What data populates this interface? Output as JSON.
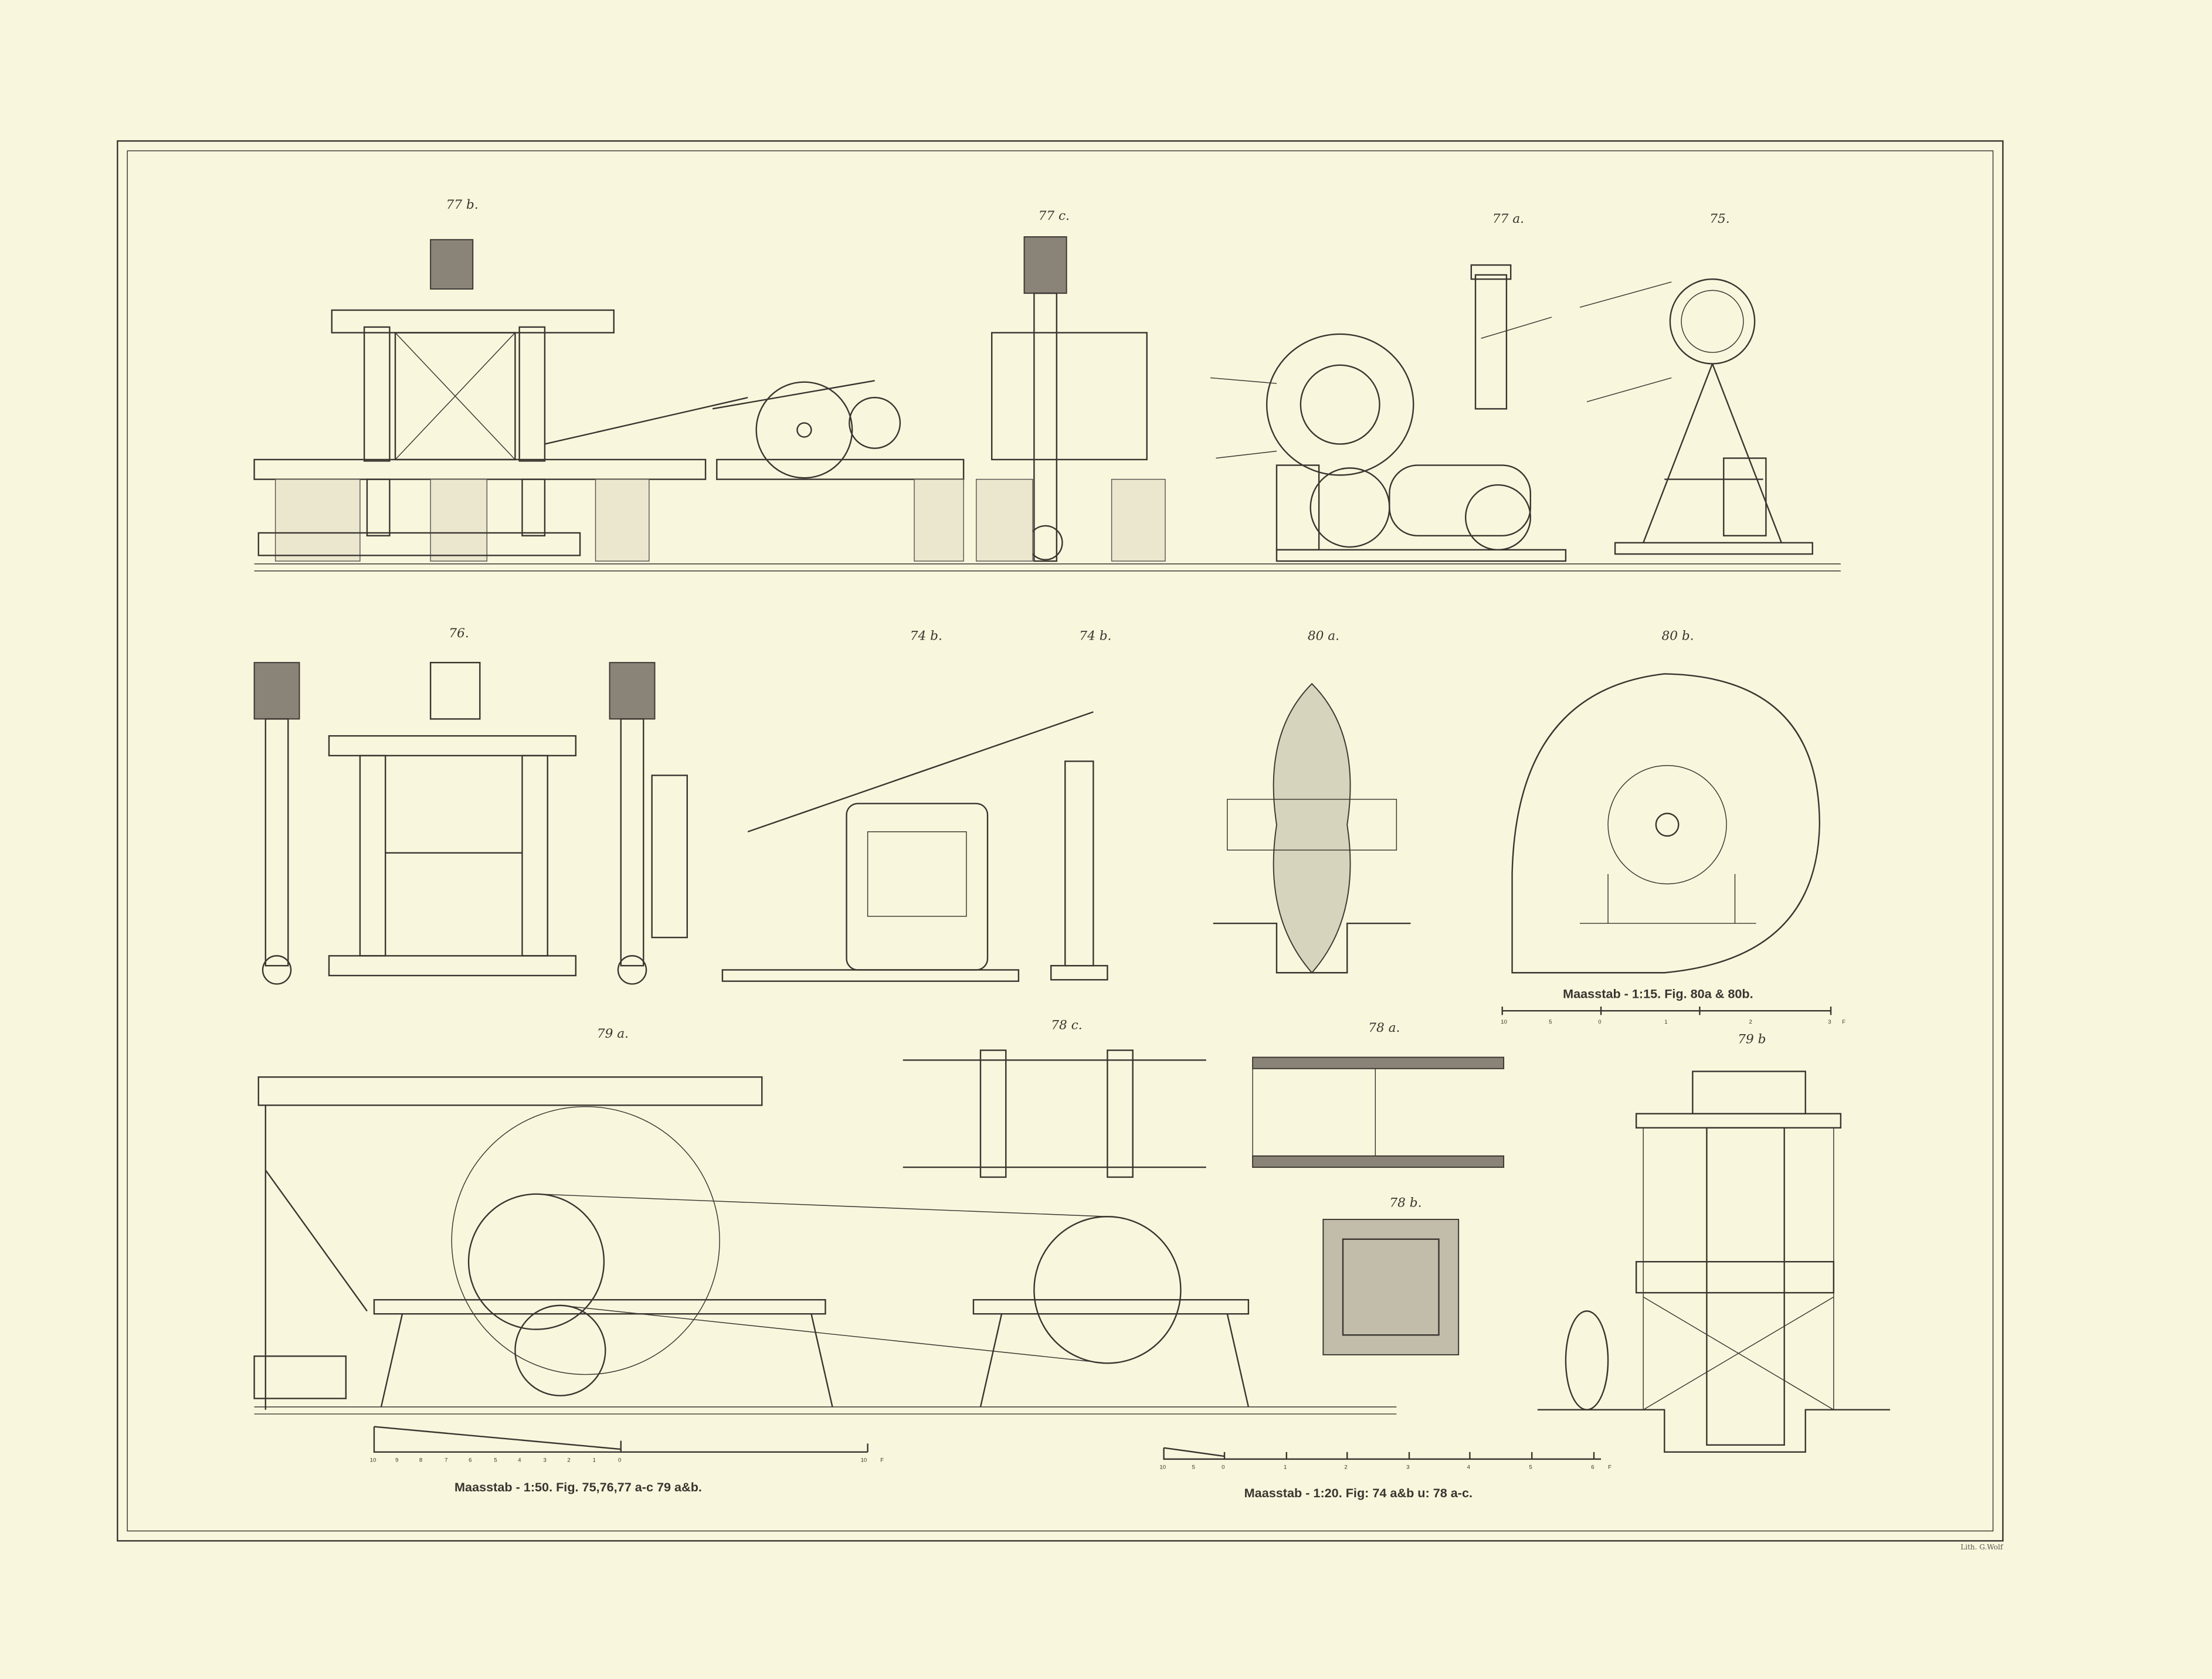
{
  "plate": {
    "figure_labels": {
      "f77b": "77 b.",
      "f77c": "77 c.",
      "f77a": "77 a.",
      "f75": "75.",
      "f76": "76.",
      "f74b_1": "74 b.",
      "f74b_2": "74 b.",
      "f80a": "80 a.",
      "f80b": "80 b.",
      "f79a": "79 a.",
      "f78c": "78 c.",
      "f78a": "78 a.",
      "f78b": "78 b.",
      "f79b": "79 b"
    },
    "scales": {
      "s150": "Maasstab - 1:50. Fig. 75,76,77 a-c 79 a&b.",
      "s120": "Maasstab - 1:20. Fig: 74 a&b u: 78 a-c.",
      "s115": "Maasstab - 1:15. Fig. 80a & 80b."
    },
    "scale_ticks": {
      "s150": [
        "10",
        "9",
        "8",
        "7",
        "6",
        "5",
        "4",
        "3",
        "2",
        "1",
        "0",
        "10",
        "F"
      ],
      "s120": [
        "10",
        "5",
        "0",
        "1",
        "2",
        "3",
        "4",
        "5",
        "6",
        "F"
      ],
      "s115": [
        "10",
        "5",
        "0",
        "1",
        "2",
        "3",
        "F"
      ]
    },
    "lithographer": "Lith. G.Wolf"
  },
  "colors": {
    "paper": "#f8f6dc",
    "ink": "#3a3530"
  }
}
